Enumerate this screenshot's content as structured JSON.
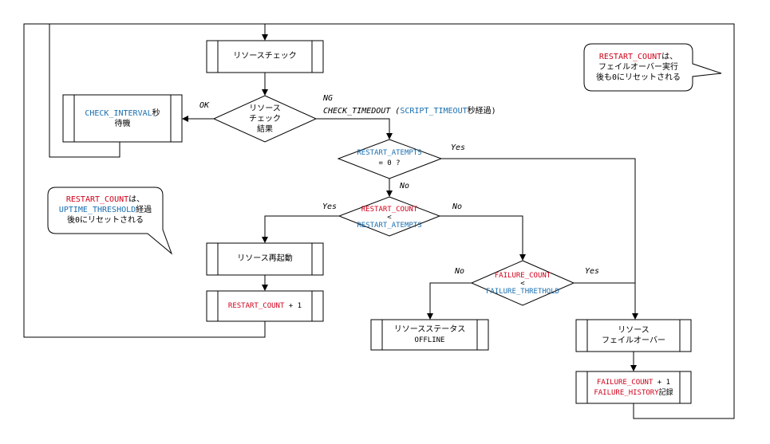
{
  "nodes": {
    "resource_check": "リソースチェック",
    "check_interval_var": "CHECK_INTERVAL",
    "check_interval_suffix": "秒",
    "check_interval_line2": "待機",
    "decision_result_l1": "リソース",
    "decision_result_l2": "チェック",
    "decision_result_l3": "結果",
    "restart_atempts_var": "RESTART_ATEMPTS",
    "restart_atempts_l2": "= 0 ?",
    "cmp_restart_count": "RESTART_COUNT",
    "cmp_lt": "<",
    "cmp_restart_atempts": "RESTART_ATEMPTS",
    "restart_resource": "リソース再起動",
    "restart_count_var": "RESTART_COUNT",
    "restart_count_inc": " + 1",
    "cmp_failure_count": "FAILURE_COUNT",
    "cmp_lt2": "<",
    "cmp_failure_threshold": "FAILURE_THRETHOLD",
    "status_l1": "リソースステータス",
    "status_l2": "OFFLINE",
    "failover_l1": "リソース",
    "failover_l2": "フェイルオーバー",
    "failure_count_var": "FAILURE_COUNT",
    "failure_count_inc": " + 1",
    "failure_history_var": "FAILURE_HISTORY",
    "failure_history_suffix": "記録"
  },
  "labels": {
    "ok": "OK",
    "ng": "NG",
    "ng_timedout": "CHECK_TIMEDOUT (",
    "ng_script_timeout": "SCRIPT_TIMEOUT",
    "ng_suffix": "秒経過)",
    "yes1": "Yes",
    "no1": "No",
    "yes2": "Yes",
    "no2": "No",
    "no3": "No",
    "yes3": "Yes"
  },
  "bubbles": {
    "right_var": "RESTART_COUNT",
    "right_l1_suffix": "は、",
    "right_l2": "フェイルオーバー実行",
    "right_l3": "後も0にリセットされる",
    "left_var": "RESTART_COUNT",
    "left_l1_suffix": "は、",
    "left_var2": "UPTIME_THRESHOLD",
    "left_l2_suffix": "経過",
    "left_l3": "後0にリセットされる"
  },
  "colors": {
    "variable_red": "#d0021b",
    "variable_blue": "#1a6fb0",
    "line": "#000000"
  }
}
